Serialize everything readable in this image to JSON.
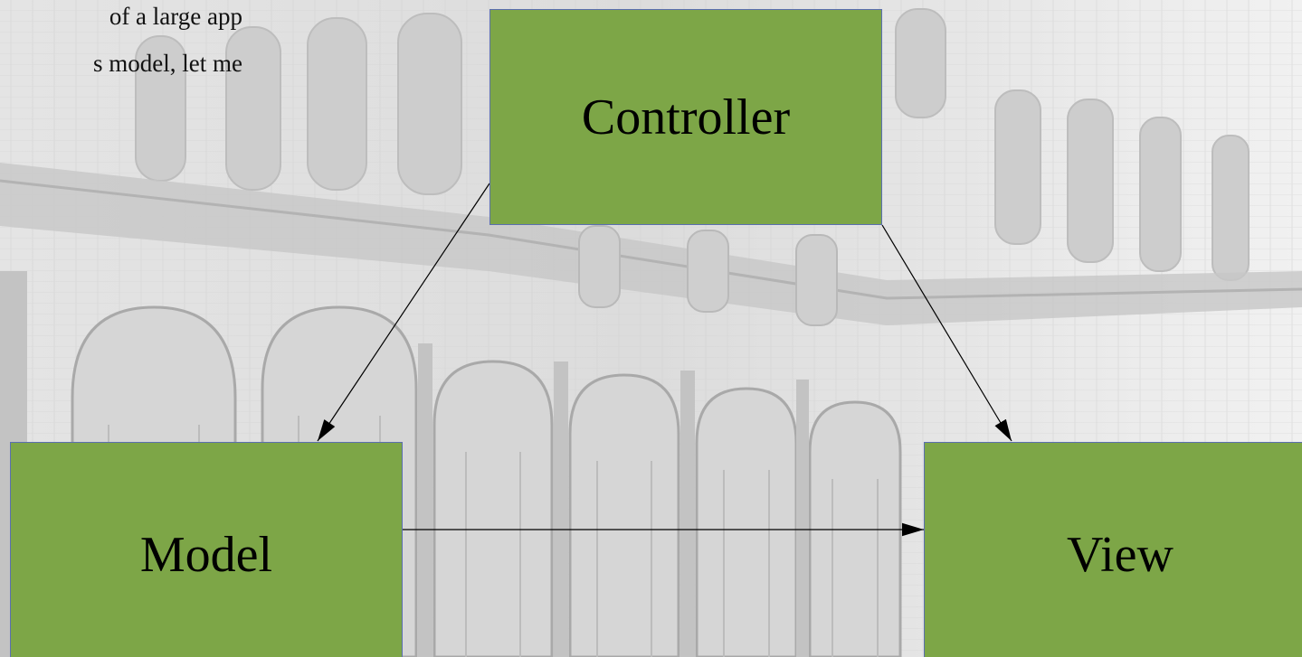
{
  "slide": {
    "text_lines": [
      "of a large app",
      "s model, let me"
    ]
  },
  "diagram": {
    "nodes": {
      "controller": "Controller",
      "model": "Model",
      "view": "View"
    },
    "edges": [
      {
        "from": "Controller",
        "to": "Model"
      },
      {
        "from": "Controller",
        "to": "View"
      },
      {
        "from": "Model",
        "to": "View"
      }
    ],
    "colors": {
      "box_fill": "#7da647",
      "box_border": "#5b6fb0",
      "arrow": "#000000"
    }
  }
}
